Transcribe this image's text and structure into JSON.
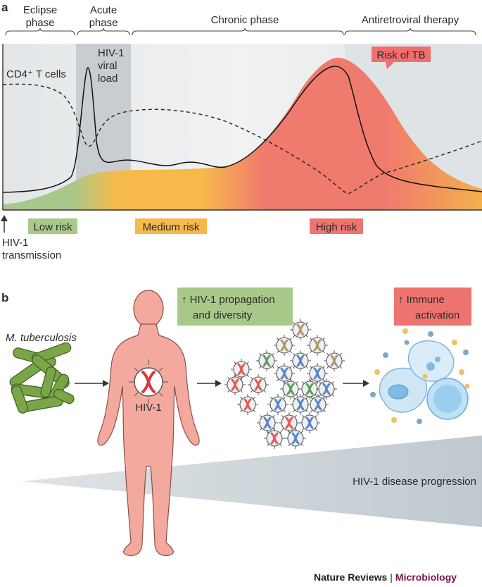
{
  "panel_a": {
    "label": "a",
    "phases": {
      "eclipse": [
        "Eclipse",
        "phase"
      ],
      "acute": [
        "Acute",
        "phase"
      ],
      "chronic": "Chronic phase",
      "art": "Antiretroviral therapy"
    },
    "cd4_label": "CD4⁺ T cells",
    "viral_load_label": [
      "HIV-1",
      "viral",
      "load"
    ],
    "tb_risk_callout": "Risk of TB",
    "risk_levels": {
      "low": "Low risk",
      "medium": "Medium risk",
      "high": "High risk"
    },
    "transmission_label": [
      "HIV-1",
      "transmission"
    ],
    "colors": {
      "low": "#a9c98a",
      "medium": "#f6b94a",
      "high": "#ee7470",
      "acute_band": "#c9ced2",
      "background": "#e6e9eb"
    }
  },
  "panel_b": {
    "label": "b",
    "pathogen_label": "M. tuberculosis",
    "infected_cell_label": "HIV-1",
    "propagation_box": [
      "↑ HIV-1 propagation",
      "and diversity"
    ],
    "immune_box": [
      "↑ Immune",
      "activation"
    ],
    "progression_label": "HIV-1 disease progression",
    "colors": {
      "bacteria": "#7aa648",
      "body": "#f4a99e",
      "propagation_box": "#a9c98a",
      "immune_box": "#ee7470",
      "wedge": "#c5ced3"
    }
  },
  "footer": {
    "brand": "Nature Reviews",
    "separator": "|",
    "journal": "Microbiology"
  }
}
